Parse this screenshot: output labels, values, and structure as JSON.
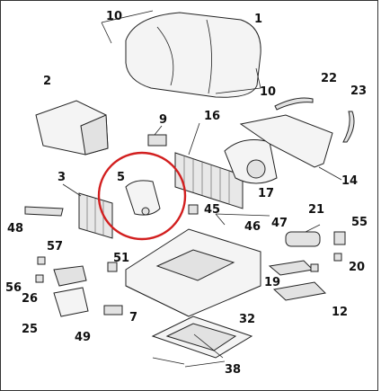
{
  "labels": {
    "l1": "1",
    "l2": "2",
    "l3": "3",
    "l5": "5",
    "l7": "7",
    "l9": "9",
    "l10a": "10",
    "l10b": "10",
    "l12": "12",
    "l14": "14",
    "l16": "16",
    "l17": "17",
    "l19": "19",
    "l20": "20",
    "l21": "21",
    "l22": "22",
    "l23": "23",
    "l25": "25",
    "l26": "26",
    "l32": "32",
    "l38": "38",
    "l45": "45",
    "l46": "46",
    "l47": "47",
    "l48": "48",
    "l49": "49",
    "l51": "51",
    "l55": "55",
    "l56": "56",
    "l57": "57"
  },
  "colors": {
    "highlight": "#d21f1f",
    "line": "#222222"
  }
}
